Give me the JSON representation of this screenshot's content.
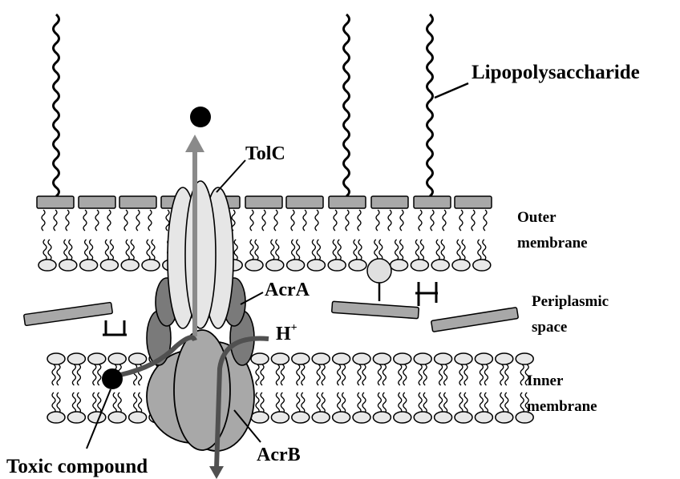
{
  "labels": {
    "lipopolysaccharide": "Lipopolysaccharide",
    "tolc": "TolC",
    "outer_membrane_line1": "Outer",
    "outer_membrane_line2": "membrane",
    "acra": "AcrA",
    "periplasmic_line1": "Periplasmic",
    "periplasmic_line2": "space",
    "proton_base": "H",
    "proton_charge": "+",
    "inner_membrane_line1": "Inner",
    "inner_membrane_line2": "membrane",
    "toxic_compound": "Toxic compound",
    "acrb": "AcrB"
  },
  "colors": {
    "lipid_head": "#e8e8e8",
    "lps_bar": "#a8a8a8",
    "tolc_light": "#e6e6e6",
    "acra_dark": "#7a7a7a",
    "acrb_mid": "#a8a8a8",
    "arrow_gray": "#8a8a8a",
    "loop_gray": "#505050",
    "outline": "#000000"
  }
}
